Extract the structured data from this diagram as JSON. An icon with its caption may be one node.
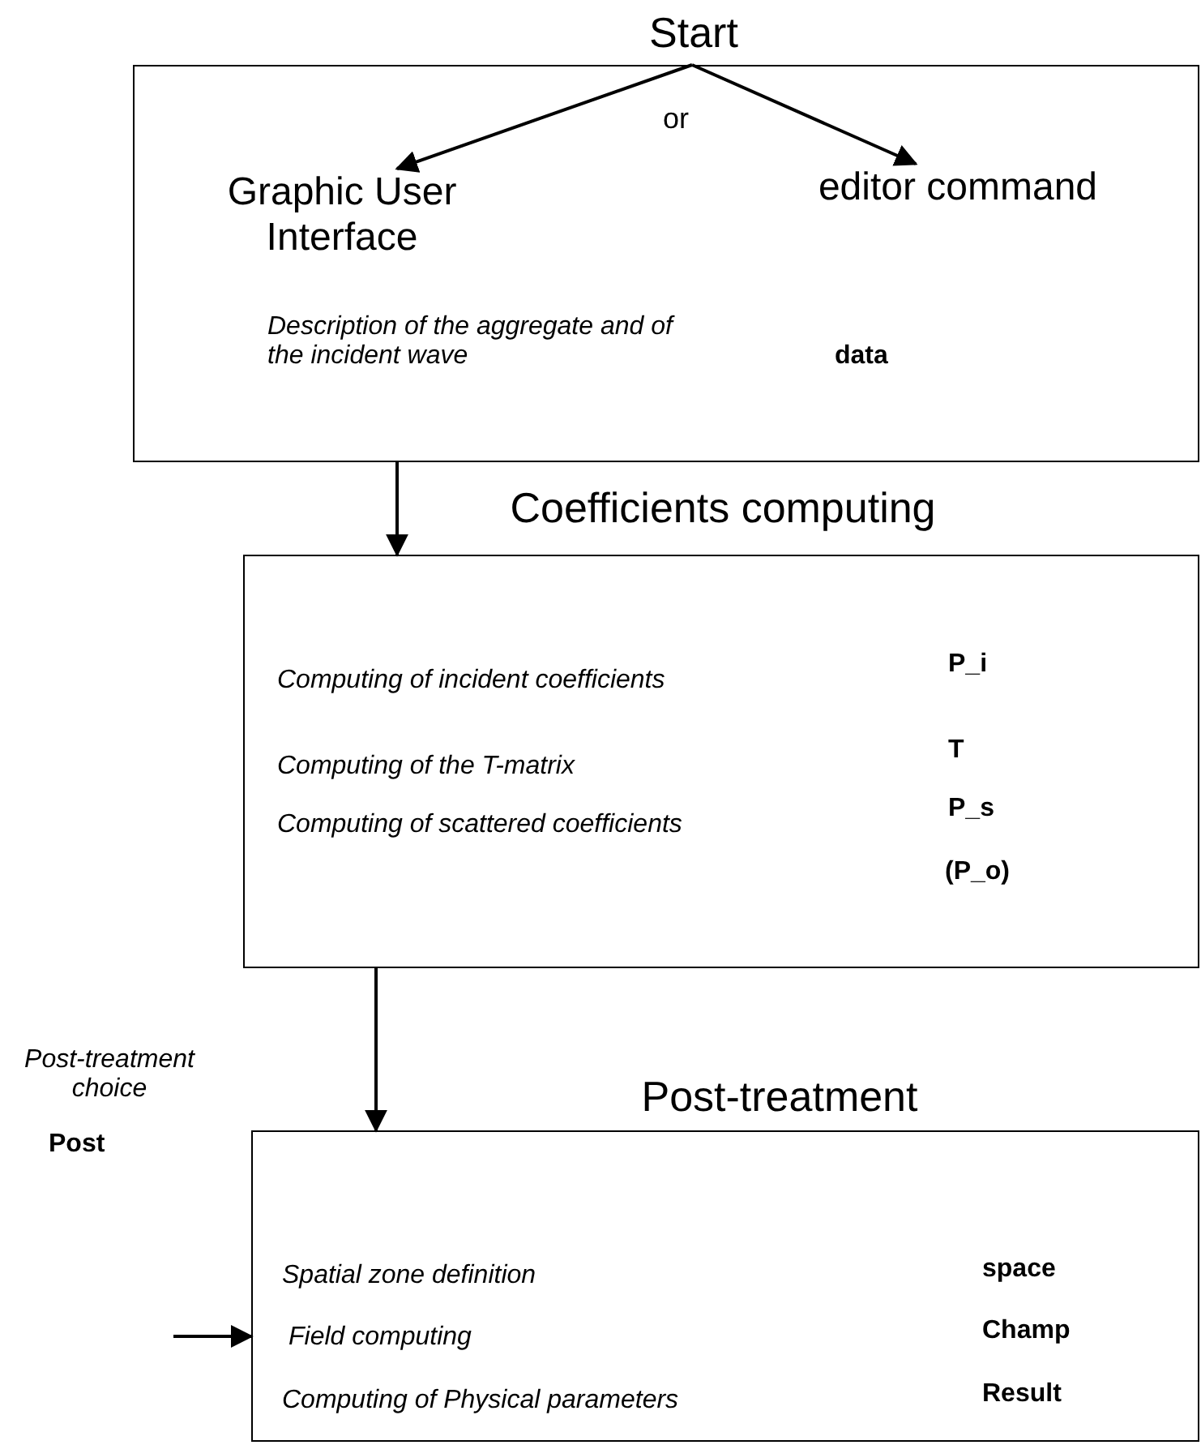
{
  "diagram": {
    "nodes": [
      {
        "text": [
          "Start"
        ]
      },
      {
        "text": [
          "or",
          "Description of the aggregate and of the incident wave",
          "data"
        ]
      },
      {
        "text": [
          "Graphic User Interface"
        ],
        "in": 1
      },
      {
        "text": [
          "editor command"
        ],
        "in": 1
      },
      {
        "text": [
          "Coefficients computing",
          "Computing of incident coefficients",
          "P_i",
          "Computing of the T-matrix",
          "T",
          "Computing of scattered coefficients",
          "P_s",
          "(P_o)"
        ]
      },
      {
        "text": [
          "Post-treatment",
          "Spatial zone definition",
          "space",
          "Field computing",
          "Champ",
          "Computing of Physical parameters",
          "Result"
        ]
      }
    ],
    "edges": [
      {
        "from": 0,
        "to": 2,
        "arrow": "to"
      },
      {
        "from": 0,
        "to": 3,
        "arrow": "to"
      },
      {
        "from": 1,
        "to": 4,
        "arrow": "to"
      },
      {
        "from": 4,
        "to": 5,
        "arrow": "to"
      },
      {
        "from": null,
        "to": 5,
        "arrow": "to"
      }
    ],
    "labels": [
      "Post-treatment choice",
      "Post"
    ]
  }
}
